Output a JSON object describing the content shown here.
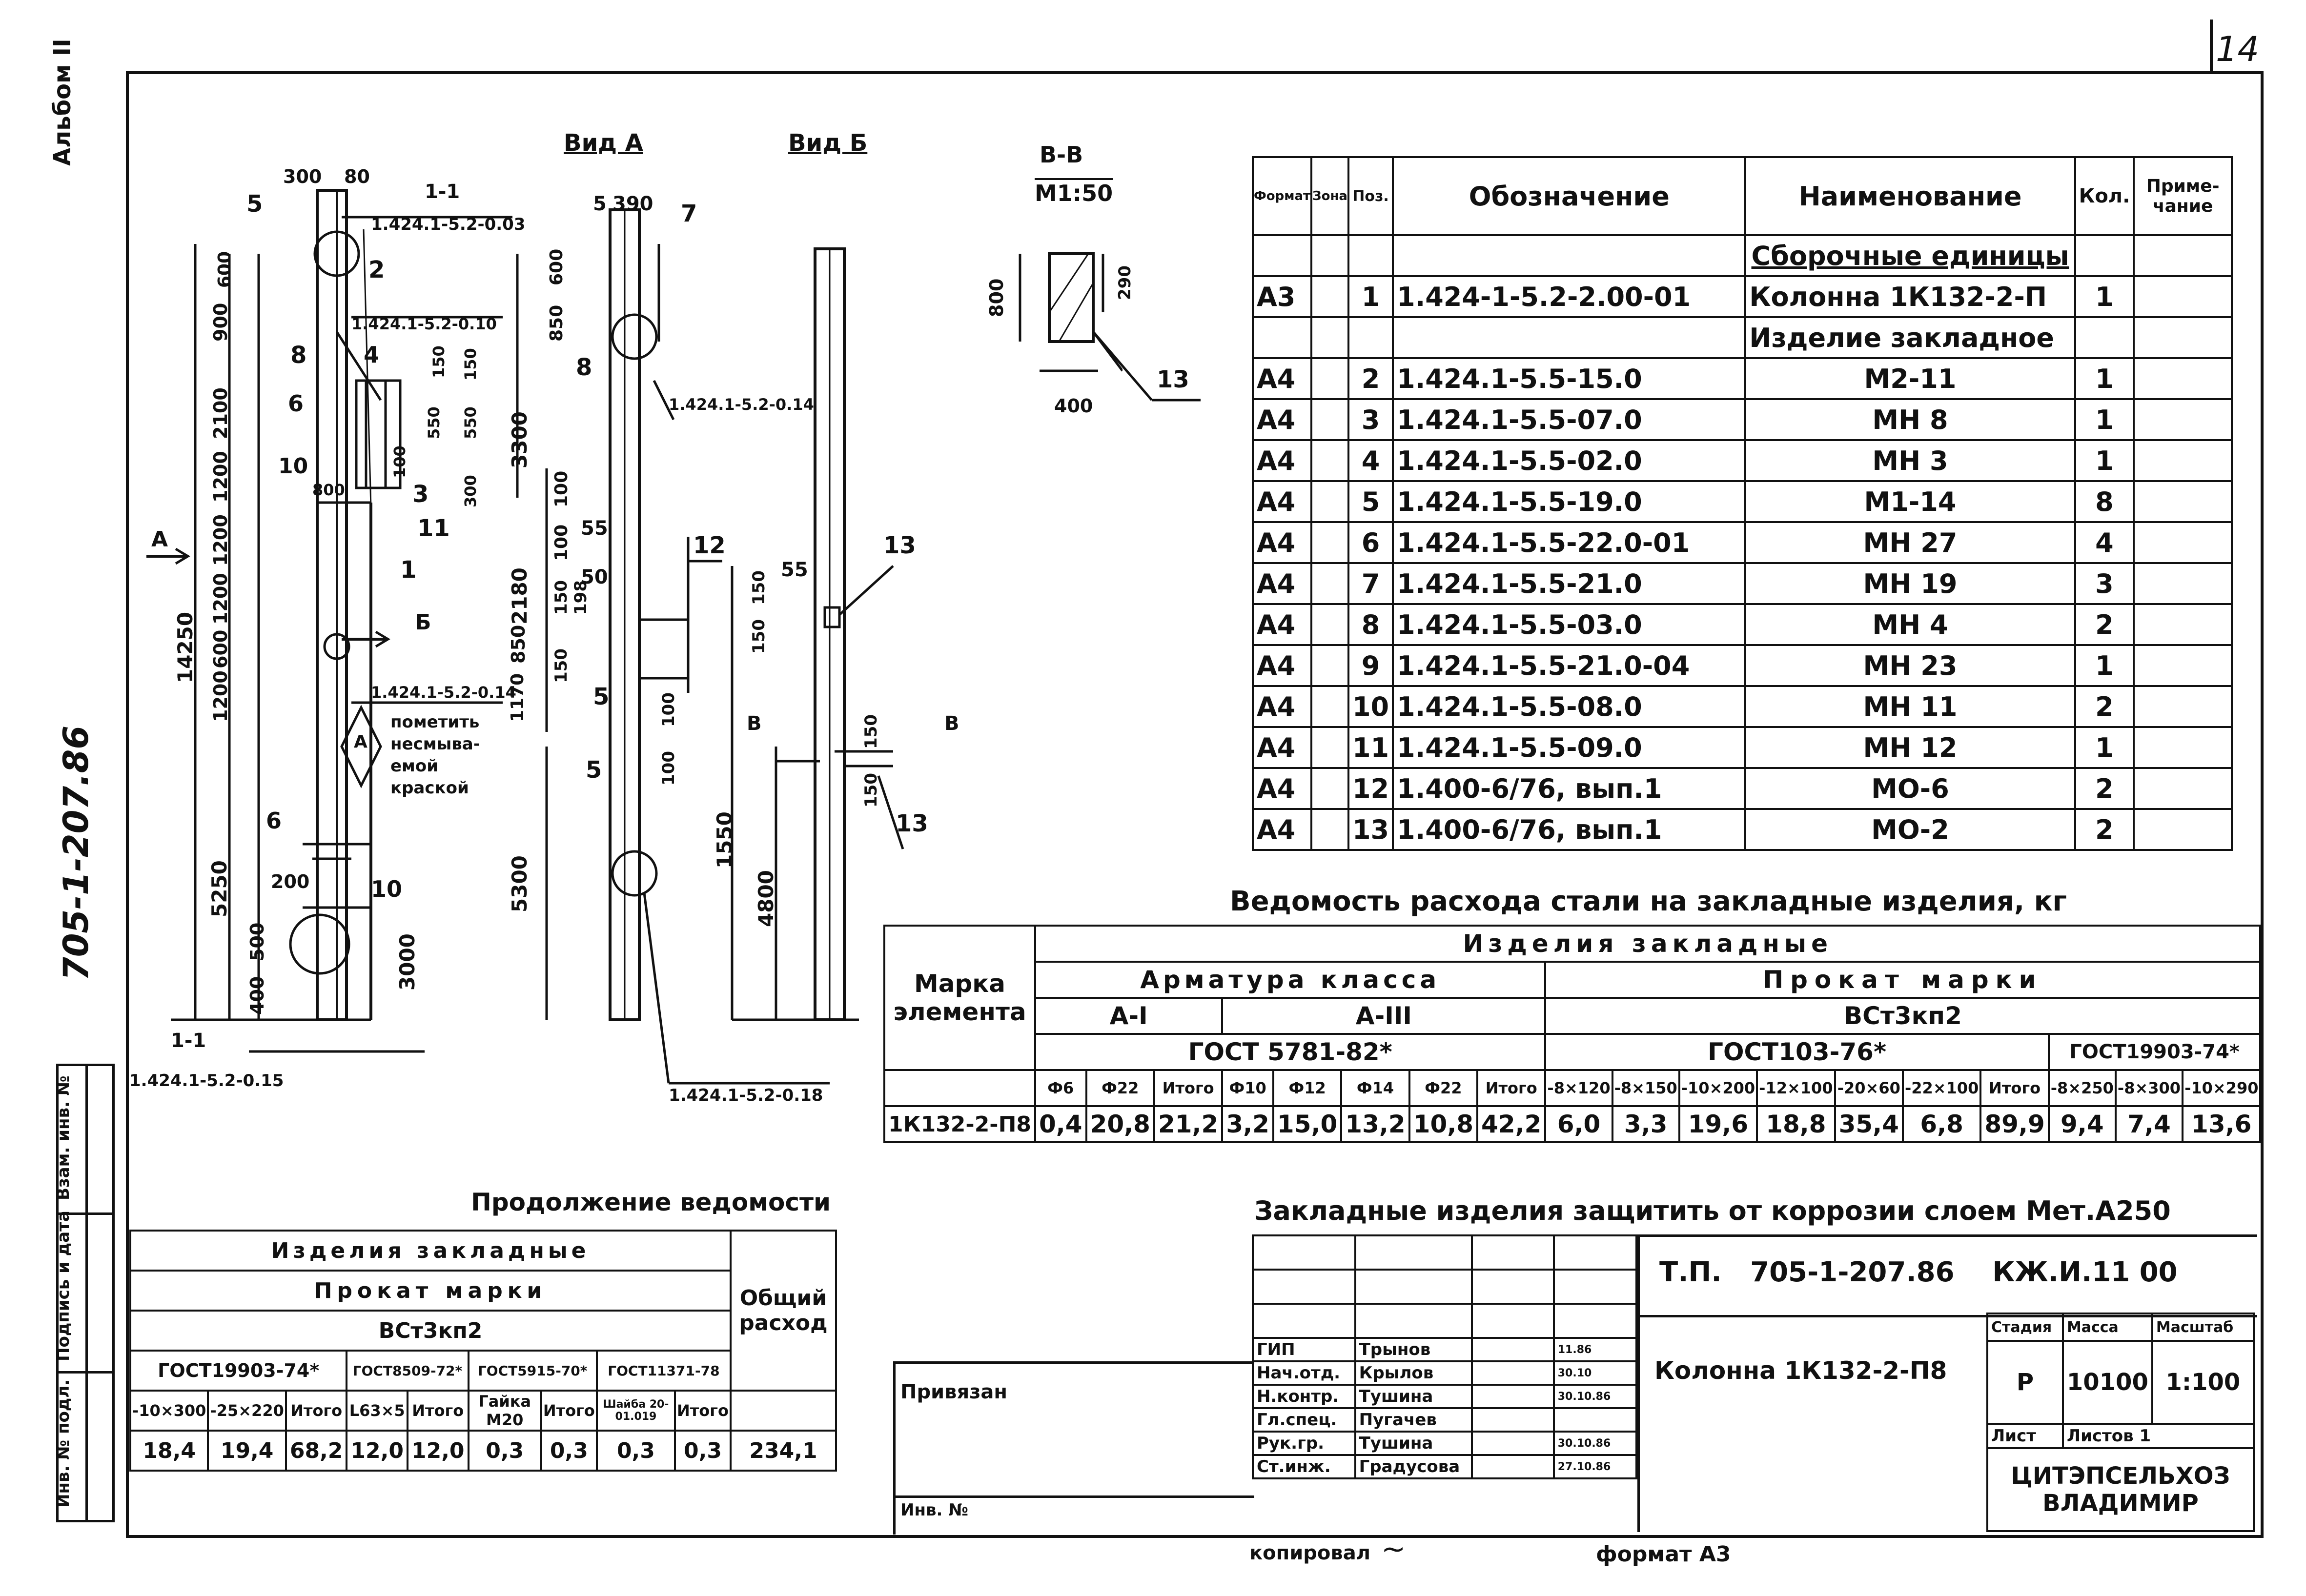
{
  "sheet": {
    "page_number": "14",
    "album_label": "Альбом II",
    "vertical_code": "705-1-207.86",
    "bottom_copied": "копировал",
    "bottom_format": "формат А3"
  },
  "drawing": {
    "view_a": "Вид А",
    "view_b": "Вид Б",
    "section_bb": "В-В",
    "section_bb_scale": "М1:50",
    "section_11": "1-1",
    "section_11_bottom": "1-1",
    "marker_a": "А",
    "marker_b": "Б",
    "marker_v": "В",
    "note_paint": [
      "пометить",
      "несмыва-",
      "емой",
      "краской"
    ],
    "refs": {
      "r1": "1.424.1-5.2-0.03",
      "r2": "1.424.1-5.2-0.10",
      "r3": "1.424.1-5.2-0.14",
      "r4": "1.424.1-5.2-0.14",
      "r5": "1.424.1-5.2-0.15",
      "r6": "1.424.1-5.2-0.18"
    },
    "dims_left": [
      "300",
      "80",
      "600",
      "900",
      "2100",
      "1200",
      "1200",
      "1200",
      "600",
      "1200",
      "14250",
      "5250",
      "500",
      "400",
      "200",
      "3000",
      "800",
      "150",
      "550",
      "550",
      "150",
      "300",
      "100"
    ],
    "dims_mid": [
      "5",
      "390",
      "600",
      "850",
      "3300",
      "100",
      "100",
      "55",
      "50",
      "2180",
      "150",
      "850",
      "198",
      "150",
      "1170",
      "100",
      "100",
      "5300"
    ],
    "dims_right": [
      "55",
      "150",
      "150",
      "150",
      "150",
      "1550",
      "4800"
    ],
    "dims_section": [
      "800",
      "290",
      "400"
    ],
    "positions": [
      "5",
      "2",
      "8",
      "4",
      "6",
      "10",
      "3",
      "11",
      "1",
      "Б",
      "7",
      "8",
      "12",
      "13",
      "13",
      "13",
      "5",
      "5",
      "10",
      "6"
    ]
  },
  "spec": {
    "headers": [
      "Формат",
      "Зона",
      "Поз.",
      "Обозначение",
      "Наименование",
      "Кол.",
      "Приме-чание"
    ],
    "section_assembly": "Сборочные единицы",
    "section_embedded": "Изделие закладное",
    "rows": [
      {
        "fmt": "А3",
        "pos": "1",
        "designation": "1.424-1-5.2-2.00-01",
        "name": "Колонна 1К132-2-П",
        "qty": "1"
      },
      {
        "fmt": "А4",
        "pos": "2",
        "designation": "1.424.1-5.5-15.0",
        "name": "М2-11",
        "qty": "1"
      },
      {
        "fmt": "А4",
        "pos": "3",
        "designation": "1.424.1-5.5-07.0",
        "name": "МН 8",
        "qty": "1"
      },
      {
        "fmt": "А4",
        "pos": "4",
        "designation": "1.424.1-5.5-02.0",
        "name": "МН 3",
        "qty": "1"
      },
      {
        "fmt": "А4",
        "pos": "5",
        "designation": "1.424.1-5.5-19.0",
        "name": "М1-14",
        "qty": "8"
      },
      {
        "fmt": "А4",
        "pos": "6",
        "designation": "1.424.1-5.5-22.0-01",
        "name": "МН 27",
        "qty": "4"
      },
      {
        "fmt": "А4",
        "pos": "7",
        "designation": "1.424.1-5.5-21.0",
        "name": "МН 19",
        "qty": "3"
      },
      {
        "fmt": "А4",
        "pos": "8",
        "designation": "1.424.1-5.5-03.0",
        "name": "МН 4",
        "qty": "2"
      },
      {
        "fmt": "А4",
        "pos": "9",
        "designation": "1.424.1-5.5-21.0-04",
        "name": "МН 23",
        "qty": "1"
      },
      {
        "fmt": "А4",
        "pos": "10",
        "designation": "1.424.1-5.5-08.0",
        "name": "МН 11",
        "qty": "2"
      },
      {
        "fmt": "А4",
        "pos": "11",
        "designation": "1.424.1-5.5-09.0",
        "name": "МН 12",
        "qty": "1"
      },
      {
        "fmt": "А4",
        "pos": "12",
        "designation": "1.400-6/76, вып.1",
        "name": "МО-6",
        "qty": "2"
      },
      {
        "fmt": "А4",
        "pos": "13",
        "designation": "1.400-6/76, вып.1",
        "name": "МО-2",
        "qty": "2"
      }
    ]
  },
  "steel": {
    "title": "Ведомость расхода стали на закладные изделия, кг",
    "mark_header": "Марка элемента",
    "group": "Изделия закладные",
    "armatura": "Арматура класса",
    "prokat": "Прокат марки",
    "a1": "А-I",
    "a3": "А-III",
    "vst": "ВСт3кп2",
    "gost1": "ГОСТ 5781-82*",
    "gost2": "ГОСТ103-76*",
    "gost3": "ГОСТ19903-74*",
    "cols": [
      "Ф6",
      "Ф22",
      "Итого",
      "Ф10",
      "Ф12",
      "Ф14",
      "Ф22",
      "Итого",
      "-8×120",
      "-8×150",
      "-10×200",
      "-12×100",
      "-20×60",
      "-22×100",
      "Итого",
      "-8×250",
      "-8×300",
      "-10×290"
    ],
    "mark": "1К132-2-П8",
    "values": [
      "0,4",
      "20,8",
      "21,2",
      "3,2",
      "15,0",
      "13,2",
      "10,8",
      "42,2",
      "6,0",
      "3,3",
      "19,6",
      "18,8",
      "35,4",
      "6,8",
      "89,9",
      "9,4",
      "7,4",
      "13,6"
    ]
  },
  "continuation": {
    "title": "Продолжение ведомости",
    "group": "Изделия закладные",
    "prokat": "Прокат марки",
    "vst": "ВСт3кп2",
    "total_header": "Общий расход",
    "gost_a": "ГОСТ19903-74*",
    "gost_b": "ГОСТ8509-72*",
    "gost_c": "ГОСТ5915-70*",
    "gost_d": "ГОСТ11371-78",
    "cols": [
      "-10×300",
      "-25×220",
      "Итого",
      "L63×5",
      "Итого",
      "Гайка М20",
      "Итого",
      "Шайба 20-01.019",
      "Итого"
    ],
    "values": [
      "18,4",
      "19,4",
      "68,2",
      "12,0",
      "12,0",
      "0,3",
      "0,3",
      "0,3",
      "0,3"
    ],
    "total": "234,1"
  },
  "note": "Закладные изделия защитить от коррозии слоем Мет.А250",
  "title_block": {
    "code": "Т.П.   705-1-207.86    КЖ.И.11 00",
    "object": "Колонна 1К132-2-П8",
    "stage_label": "Стадия",
    "mass_label": "Масса",
    "scale_label": "Масштаб",
    "stage": "Р",
    "mass": "10100",
    "scale": "1:100",
    "sheet_label": "Лист",
    "sheets_label": "Листов 1",
    "org": "ЦИТЭПСЕЛЬХОЗ",
    "city": "ВЛАДИМИР",
    "bound_label": "Привязан",
    "inv_label": "Инв. №",
    "people": [
      {
        "role": "ГИП",
        "name": "Трынов",
        "date": "11.86"
      },
      {
        "role": "Нач.отд.",
        "name": "Крылов",
        "date": "30.10"
      },
      {
        "role": "Н.контр.",
        "name": "Тушина",
        "date": "30.10.86"
      },
      {
        "role": "Гл.спец.",
        "name": "Пугачев",
        "date": ""
      },
      {
        "role": "Рук.гр.",
        "name": "Тушина",
        "date": "30.10.86"
      },
      {
        "role": "Ст.инж.",
        "name": "Градусова",
        "date": "27.10.86"
      }
    ]
  },
  "side_stamp": [
    "Взам. инв. №",
    "Подпись и дата",
    "Инв. № подл."
  ]
}
